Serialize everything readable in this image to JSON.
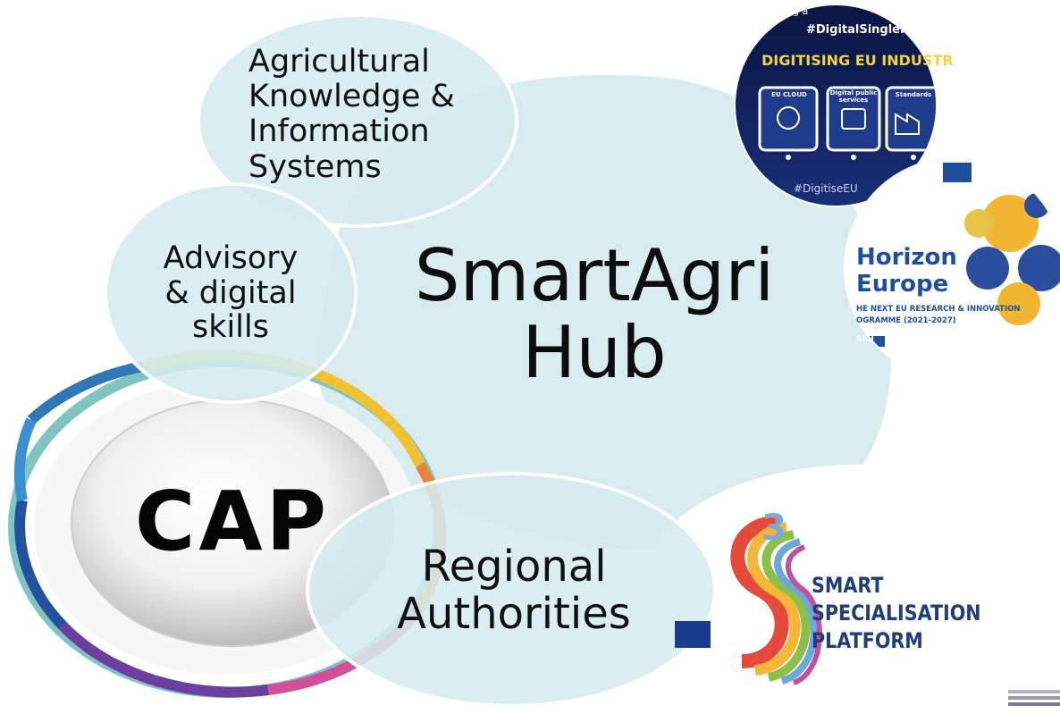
{
  "hub": {
    "line1": "SmartAgri",
    "line2": "Hub"
  },
  "akis": {
    "lines": [
      "Agricultural",
      "Knowledge &",
      "Information",
      "Systems"
    ]
  },
  "advisory": {
    "lines": [
      "Advisory",
      "& digital",
      "skills"
    ]
  },
  "regional": {
    "lines": [
      "Regional",
      "Authorities"
    ]
  },
  "cap": {
    "label": "CAP"
  },
  "digital_single_market": {
    "header_partial": "ning a",
    "hashtag": "#DigitalSingleMarket",
    "title": "DIGITISING EU INDUSTR",
    "panels": [
      "EU CLOUD",
      "Digital public services",
      "Standards"
    ],
    "footer_hashtag": "#DigitiseEU"
  },
  "horizon_europe": {
    "title_lines": [
      "Horizon",
      "Europe"
    ],
    "sub_lines": [
      "HE NEXT EU RESEARCH & INNOVATION",
      "OGRAMME (2021-2027)"
    ],
    "tag": "SEU"
  },
  "s3_platform": {
    "superscript": "3",
    "lines": [
      "SMART",
      "SPECIALISATION",
      "PLATFORM"
    ]
  },
  "colors": {
    "bubble_fill": "#d6ecef",
    "bubble_stroke": "#ffffff",
    "text": "#111111",
    "horizon_blue": "#1e4e9e",
    "dsm_navy": "#0b1f5a",
    "s3_navy": "#1f3d7a"
  }
}
